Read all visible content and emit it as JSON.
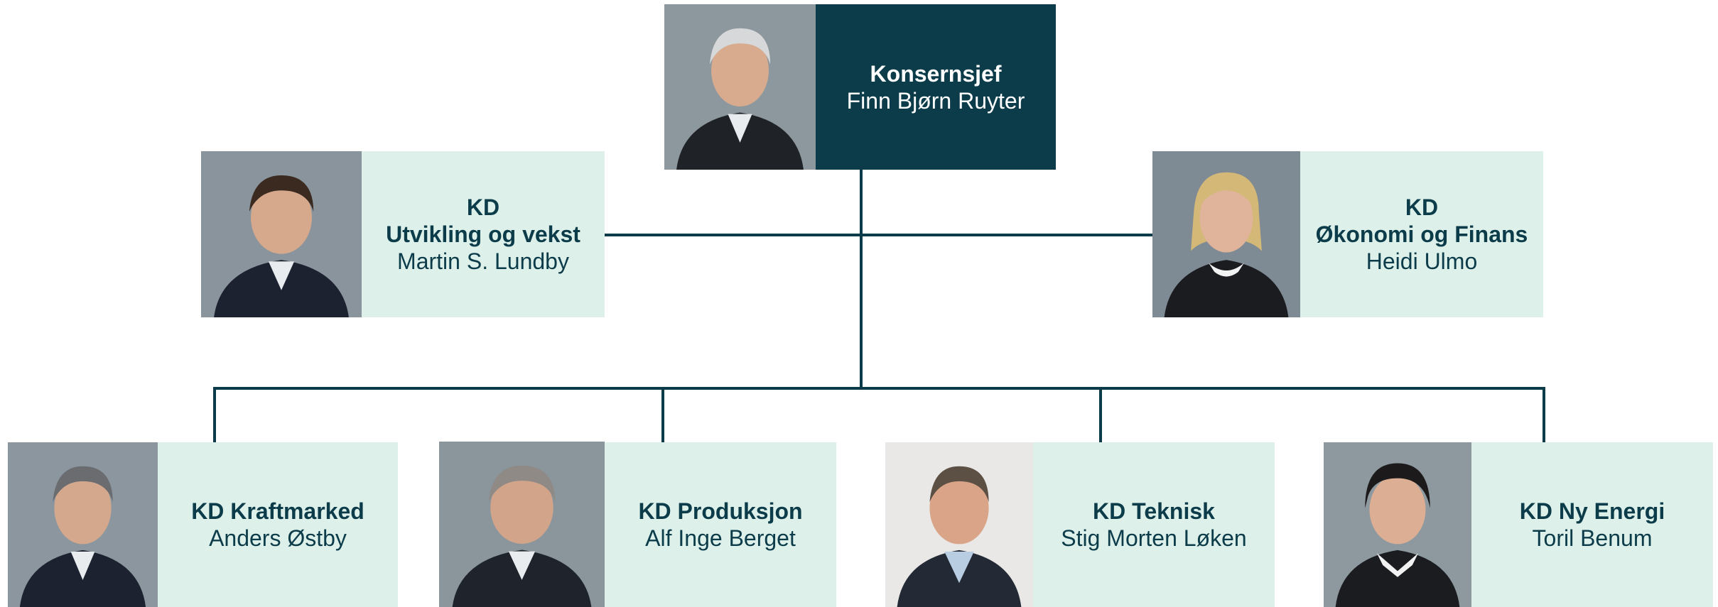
{
  "colors": {
    "dark_box": "#0c3c4a",
    "light_box": "#ddf0ea",
    "connector": "#0c3c4a",
    "text_dark": "#0c3c4a"
  },
  "ceo": {
    "title": "Konsernsjef",
    "name": "Finn Bjørn Ruyter",
    "photo_icon": "man-portrait-icon"
  },
  "directors": [
    {
      "line1": "KD",
      "line2": "Utvikling og vekst",
      "name": "Martin S. Lundby",
      "photo_icon": "man-portrait-icon"
    },
    {
      "line1": "KD",
      "line2": "Økonomi og Finans",
      "name": "Heidi Ulmo",
      "photo_icon": "woman-portrait-icon"
    }
  ],
  "units": [
    {
      "title": "KD Kraftmarked",
      "name": "Anders Østby",
      "photo_icon": "man-portrait-icon"
    },
    {
      "title": "KD Produksjon",
      "name": "Alf Inge Berget",
      "photo_icon": "man-portrait-icon"
    },
    {
      "title": "KD Teknisk",
      "name": "Stig Morten Løken",
      "photo_icon": "man-portrait-icon"
    },
    {
      "title": "KD Ny Energi",
      "name": "Toril Benum",
      "photo_icon": "woman-portrait-icon"
    }
  ]
}
